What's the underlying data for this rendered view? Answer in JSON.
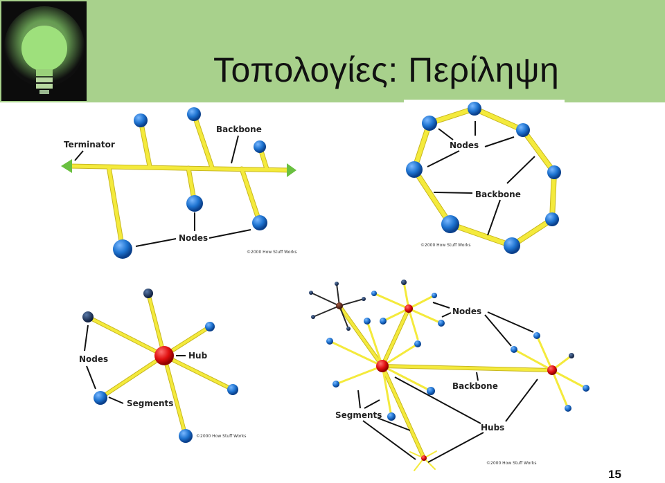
{
  "slide": {
    "title": "Τοπολογίες: Περίληψη",
    "page_number": "15"
  },
  "colors": {
    "header_bg": "#a8d18c",
    "link": "#f4ea3c",
    "node": "#1e73d0",
    "hub": "#e01010"
  },
  "bus": {
    "terminator": "Terminator",
    "backbone": "Backbone",
    "nodes": "Nodes",
    "copyright": "©2000 How Stuff Works"
  },
  "ring": {
    "nodes": "Nodes",
    "backbone": "Backbone",
    "copyright": "©2000 How Stuff Works"
  },
  "star": {
    "nodes": "Nodes",
    "hub": "Hub",
    "segments": "Segments",
    "copyright": "©2000 How Stuff Works"
  },
  "tree": {
    "nodes": "Nodes",
    "backbone": "Backbone",
    "segments": "Segments",
    "hubs": "Hubs",
    "copyright": "©2000 How Stuff Works"
  }
}
